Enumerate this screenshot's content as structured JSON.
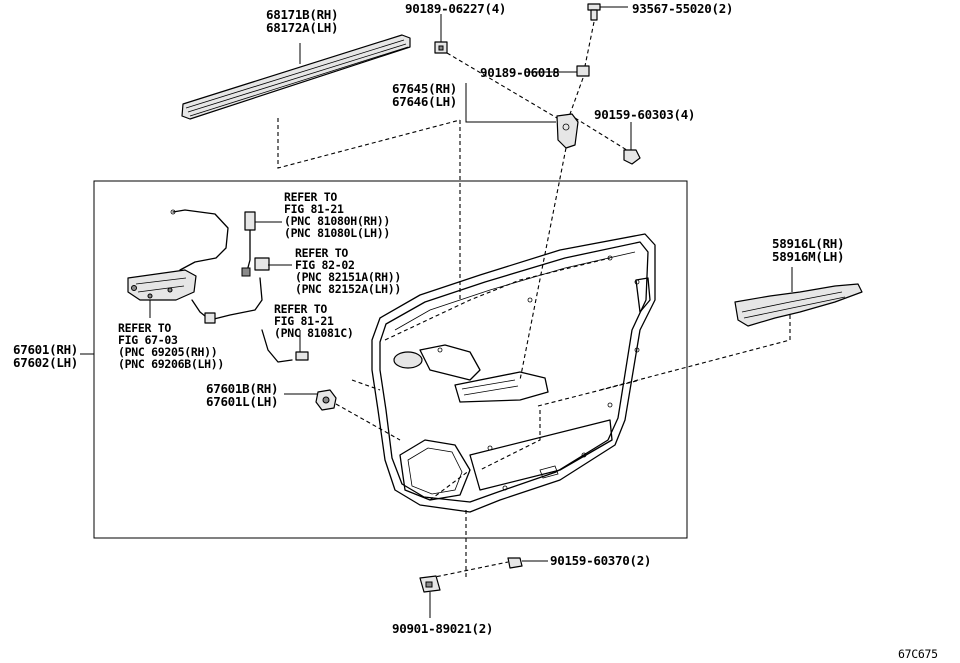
{
  "parts": [
    {
      "id": "belt_moulding",
      "lines": [
        "68171B(RH)",
        "68172A(LH)"
      ]
    },
    {
      "id": "clip_4",
      "lines": [
        "90189-06227(4)"
      ]
    },
    {
      "id": "screw_2",
      "lines": [
        "93567-55020(2)"
      ]
    },
    {
      "id": "clip_single",
      "lines": [
        "90189-06018"
      ]
    },
    {
      "id": "bracket",
      "lines": [
        "67645(RH)",
        "67646(LH)"
      ]
    },
    {
      "id": "screw_4",
      "lines": [
        "90159-60303(4)"
      ]
    },
    {
      "id": "armrest",
      "lines": [
        "58916L(RH)",
        "58916M(LH)"
      ]
    },
    {
      "id": "trim_board",
      "lines": [
        "67601(RH)",
        "67602(LH)"
      ]
    },
    {
      "id": "trim_sub",
      "lines": [
        "67601B(RH)",
        "67601L(LH)"
      ]
    },
    {
      "id": "screw_bottom",
      "lines": [
        "90159-60370(2)"
      ]
    },
    {
      "id": "clip_bottom",
      "lines": [
        "90901-89021(2)"
      ]
    }
  ],
  "references": [
    {
      "id": "ref_81_21_a",
      "lines": [
        "REFER TO",
        "FIG 81-21",
        "(PNC 81080H(RH))",
        "(PNC 81080L(LH))"
      ]
    },
    {
      "id": "ref_82_02",
      "lines": [
        "REFER TO",
        "FIG 82-02",
        "(PNC 82151A(RH))",
        "(PNC 82152A(LH))"
      ]
    },
    {
      "id": "ref_81_21_b",
      "lines": [
        "REFER TO",
        "FIG 81-21",
        "(PNC 81081C)"
      ]
    },
    {
      "id": "ref_67_03",
      "lines": [
        "REFER TO",
        "FIG 67-03",
        "(PNC 69205(RH))",
        "(PNC 69206B(LH))"
      ]
    }
  ],
  "figure_code": "67C675"
}
